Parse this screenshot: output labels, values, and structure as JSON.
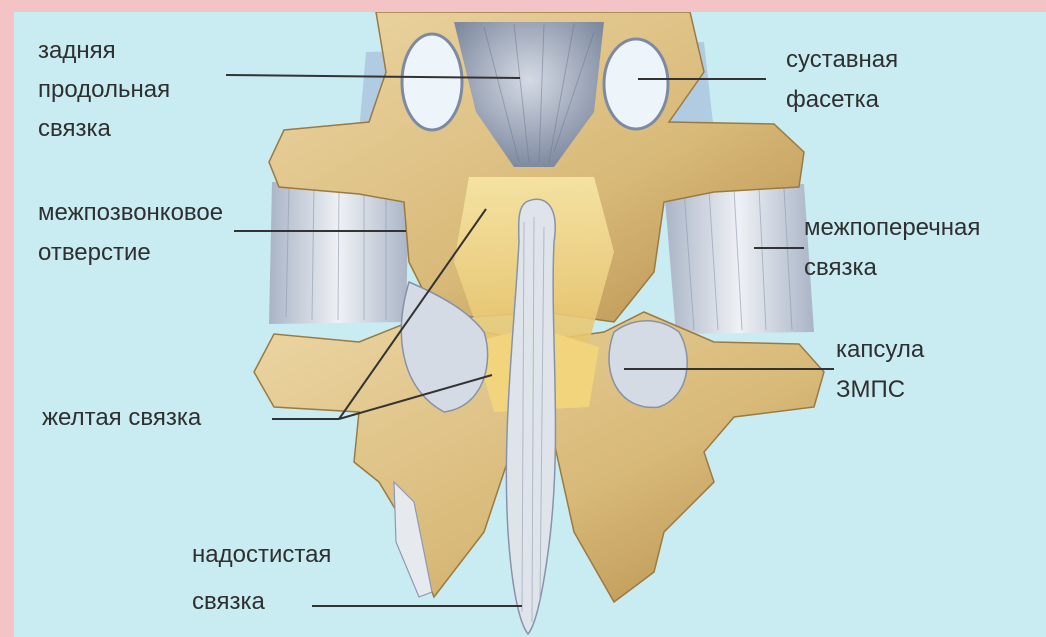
{
  "colors": {
    "frame": "#f4c3c6",
    "background": "#c8ecf2",
    "bone": "#dcc08a",
    "bone_shade": "#b8914e",
    "ligament": "#d9dfe6",
    "ligament_shade": "#9aa6b8",
    "yellow_ligament": "#f2d98e",
    "leader_line": "#333333",
    "label_text": "#2f2f2f"
  },
  "labels": {
    "posterior_longitudinal": [
      "задняя",
      "продольная",
      "связка"
    ],
    "articular_facet": [
      "суставная",
      "фасетка"
    ],
    "intervertebral_foramen": [
      "межпозвонковое",
      "отверстие"
    ],
    "intertransverse": [
      "межпоперечная",
      "связка"
    ],
    "facet_capsule": [
      "капсула",
      "ЗМПС"
    ],
    "flavum": "желтая связка",
    "supraspinous": [
      "надостистая",
      "связка"
    ]
  }
}
